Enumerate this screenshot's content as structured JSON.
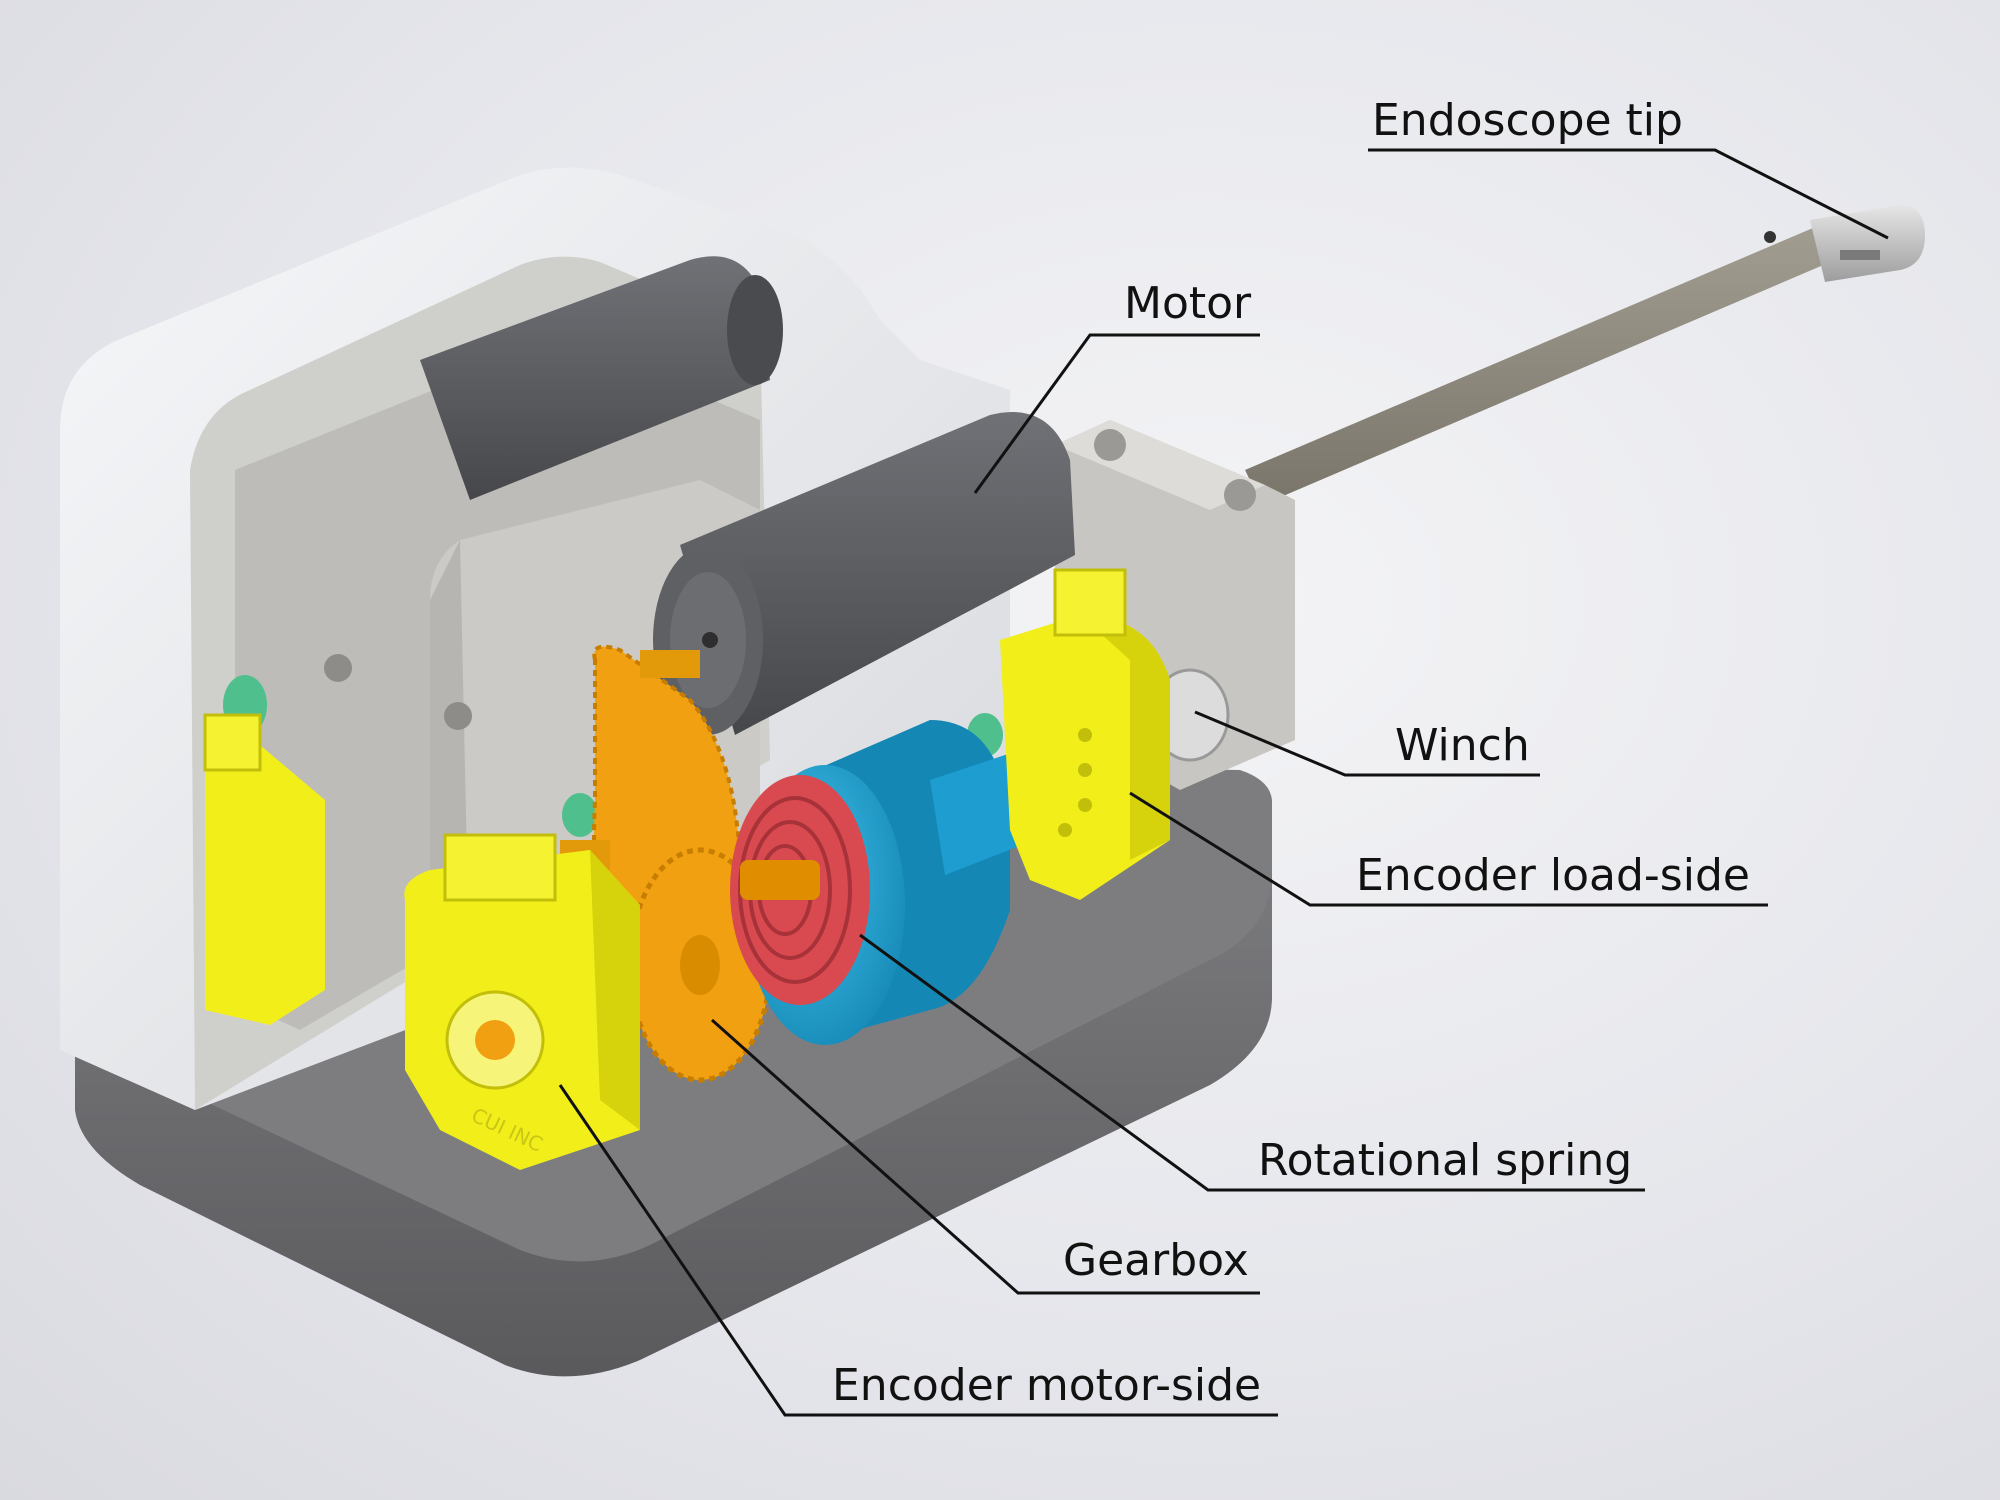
{
  "labels": {
    "endoscope_tip": "Endoscope tip",
    "motor": "Motor",
    "winch": "Winch",
    "encoder_load_side": "Encoder load-side",
    "rotational_spring": "Rotational spring",
    "gearbox": "Gearbox",
    "encoder_motor_side": "Encoder motor-side"
  },
  "encoder_mark": "CUI INC",
  "colors": {
    "background": "#e8e9ee",
    "base": "#6e6e70",
    "housing_shell": "#eceef1",
    "frame": "#c8c7c3",
    "motor": "#5d5e62",
    "encoder": "#f2ee1a",
    "gear": "#f0a010",
    "spring_drum": "#1da6d6",
    "spring_coil": "#d84a4f",
    "rod": "#8c877c",
    "tip_metal": "#c9c9c9",
    "bearing": "#4fc08d"
  }
}
